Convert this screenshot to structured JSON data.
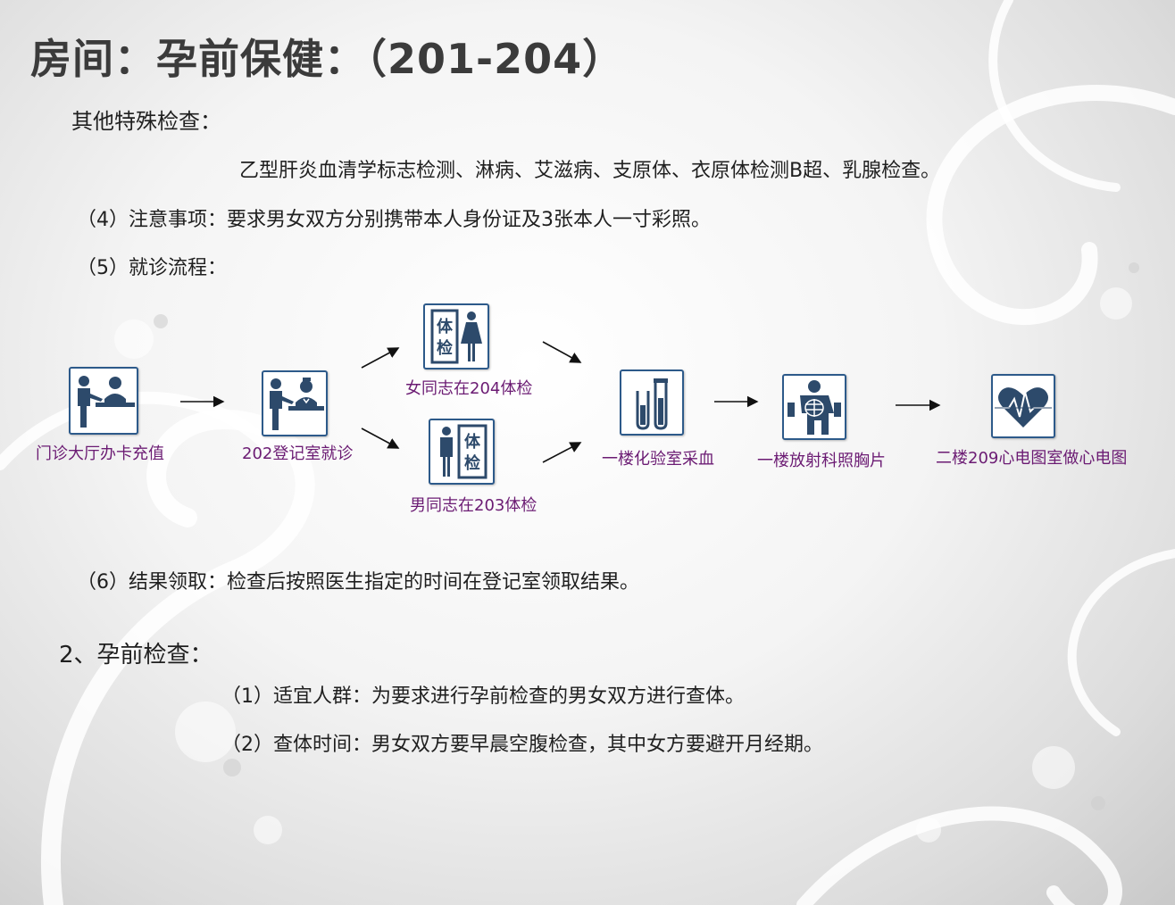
{
  "title": "房间：孕前保健：（201-204）",
  "section1": {
    "other_exams_label": "其他特殊检查：",
    "other_exams_text": "乙型肝炎血清学标志检测、淋病、艾滋病、支原体、衣原体检测B超、乳腺检查。",
    "notes": "（4）注意事项：要求男女双方分别携带本人身份证及3张本人一寸彩照。",
    "flow_label": "（5）就诊流程：",
    "result": "（6）结果领取：检查后按照医生指定的时间在登记室领取结果。"
  },
  "flow": {
    "step1": "门诊大厅办卡充值",
    "step2": "202登记室就诊",
    "step3a": "女同志在204体检",
    "step3b": "男同志在203体检",
    "step4": "一楼化验室采血",
    "step5": "一楼放射科照胸片",
    "step6": "二楼209心电图室做心电图",
    "sign_text_1": "体",
    "sign_text_2": "检"
  },
  "section2": {
    "heading": "2、孕前检查：",
    "item1": "（1）适宜人群：为要求进行孕前检查的男女双方进行查体。",
    "item2": "（2）查体时间：男女双方要早晨空腹检查，其中女方要避开月经期。"
  },
  "colors": {
    "icon": "#2d4a6b",
    "caption": "#6b1b73",
    "border": "#2d5a8a"
  }
}
